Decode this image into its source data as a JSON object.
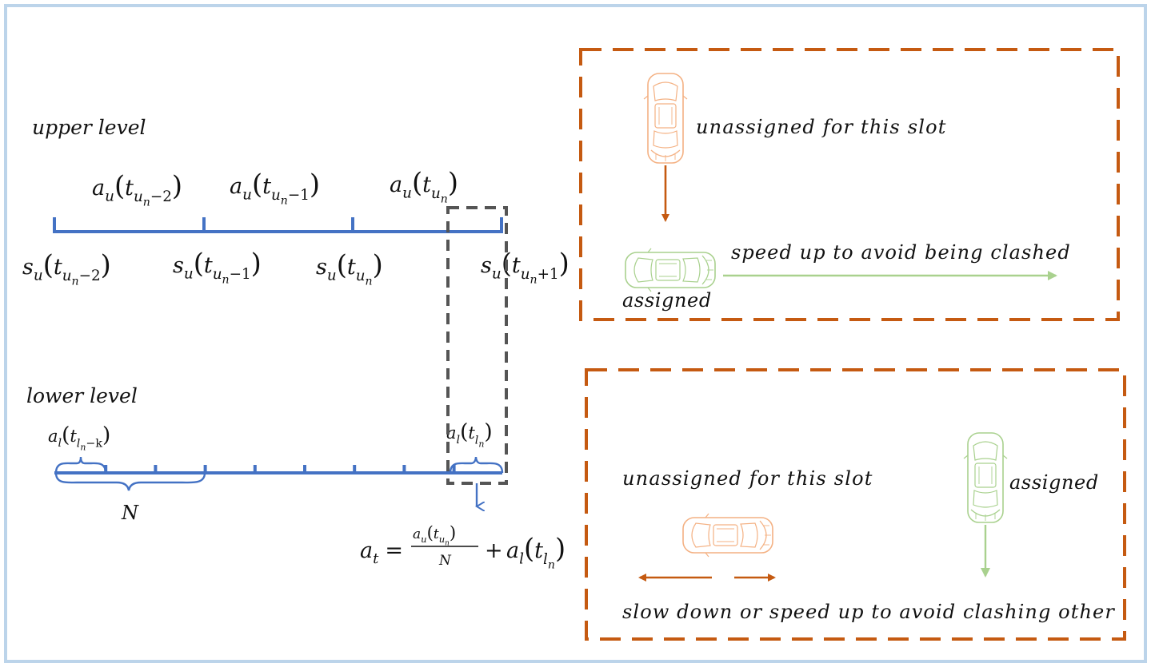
{
  "colors": {
    "frame": "#bcd4ea",
    "timeline": "#4472c4",
    "gray_box": "#555555",
    "orange_box": "#c55a11",
    "orange_car": "#f4b183",
    "green_car": "#a9d18e",
    "green_arrow": "#a9d18e",
    "orange_arrow": "#c55a11"
  },
  "upper": {
    "title": "upper level",
    "a_labels": [
      {
        "base": "a",
        "sub": "u",
        "arg_base": "t",
        "arg_sub": "u",
        "arg_subsub": "n",
        "suffix": "−2"
      },
      {
        "base": "a",
        "sub": "u",
        "arg_base": "t",
        "arg_sub": "u",
        "arg_subsub": "n",
        "suffix": "−1"
      },
      {
        "base": "a",
        "sub": "u",
        "arg_base": "t",
        "arg_sub": "u",
        "arg_subsub": "n",
        "suffix": ""
      }
    ],
    "s_labels": [
      {
        "base": "s",
        "sub": "u",
        "arg_base": "t",
        "arg_sub": "u",
        "arg_subsub": "n",
        "suffix": "−2"
      },
      {
        "base": "s",
        "sub": "u",
        "arg_base": "t",
        "arg_sub": "u",
        "arg_subsub": "n",
        "suffix": "−1"
      },
      {
        "base": "s",
        "sub": "u",
        "arg_base": "t",
        "arg_sub": "u",
        "arg_subsub": "n",
        "suffix": ""
      },
      {
        "base": "s",
        "sub": "u",
        "arg_base": "t",
        "arg_sub": "u",
        "arg_subsub": "n",
        "suffix": "+1"
      }
    ]
  },
  "lower": {
    "title": "lower level",
    "a_first": {
      "base": "a",
      "sub": "l",
      "arg_base": "t",
      "arg_sub": "l",
      "arg_subsub": "n",
      "suffix": "−k"
    },
    "a_last": {
      "base": "a",
      "sub": "l",
      "arg_base": "t",
      "arg_sub": "l",
      "arg_subsub": "n",
      "suffix": ""
    },
    "n_label": "N"
  },
  "formula": {
    "lhs_base": "a",
    "lhs_sub": "t",
    "equals": "=",
    "numerator": {
      "base": "a",
      "sub": "u",
      "arg_base": "t",
      "arg_sub": "u",
      "arg_subsub": "n",
      "suffix": ""
    },
    "denominator": "N",
    "plus": "+",
    "rhs": {
      "base": "a",
      "sub": "l",
      "arg_base": "t",
      "arg_sub": "l",
      "arg_subsub": "n",
      "suffix": ""
    }
  },
  "top_panel": {
    "unassigned_text": "unassigned for this slot",
    "assigned_text": "assigned",
    "action_text": "speed up to avoid being clashed"
  },
  "bottom_panel": {
    "unassigned_text": "unassigned for this slot",
    "assigned_text": "assigned",
    "action_text": "slow down or speed up to avoid clashing other"
  },
  "icons": {
    "car_unassigned_top": "car-top-view-icon",
    "car_assigned_top": "car-top-view-icon",
    "car_unassigned_bottom": "car-top-view-icon",
    "car_assigned_bottom": "car-top-view-icon"
  }
}
